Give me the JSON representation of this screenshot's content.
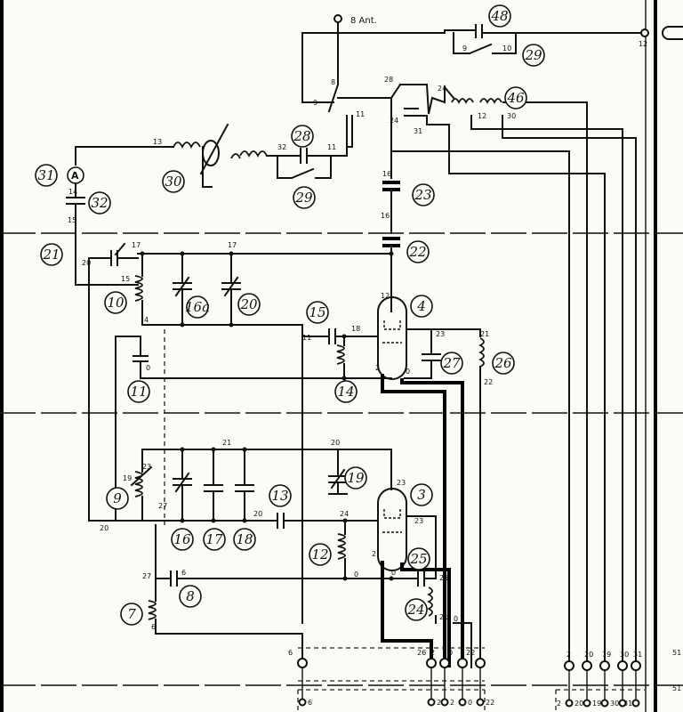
{
  "antenna_label": "8 Ant.",
  "components": {
    "c48": "48",
    "c29a": "29",
    "c46": "46",
    "c31": "31",
    "c32": "32",
    "c30": "30",
    "c28": "28",
    "c29b": "29",
    "c23": "23",
    "c21": "21",
    "c22": "22",
    "c10": "10",
    "c16a": "16a",
    "c20": "20",
    "c15": "15",
    "c4": "4",
    "c27": "27",
    "c26": "26",
    "c11": "11",
    "c14": "14",
    "c9": "9",
    "c19": "19",
    "c13": "13",
    "c3": "3",
    "c16": "16",
    "c17": "17",
    "c18": "18",
    "c12": "12",
    "c25": "25",
    "c7": "7",
    "c8": "8",
    "c24": "24"
  },
  "ammeter_symbol": "A",
  "node_labels": {
    "n9": "9",
    "n10": "10",
    "n8": "8",
    "n9b": "9",
    "n11": "11",
    "n28": "28",
    "n24": "24",
    "n31": "31",
    "n12": "12",
    "n30": "30",
    "n13": "13",
    "n32": "32",
    "n11b": "11",
    "n14": "14",
    "n15": "15",
    "n16": "16",
    "n20": "20",
    "n17": "17",
    "n17b": "17",
    "n15b": "15",
    "n4": "4",
    "n12b": "12",
    "n16b": "16",
    "n18": "18",
    "n23": "23",
    "n21": "21",
    "n0": "0",
    "n2": "2",
    "n22": "22",
    "n21b": "21",
    "n19": "19",
    "n20b": "20",
    "n27": "27",
    "n23b": "23",
    "n24b": "24",
    "n25": "25",
    "n6": "6",
    "n26": "26"
  },
  "terminals_bottom": [
    "6",
    "26",
    "2",
    "0",
    "22"
  ],
  "terminals_right": [
    "2",
    "20",
    "19",
    "30",
    "31"
  ],
  "terminals_right_edge": [
    "51",
    "51"
  ],
  "terminal_top_right": "12",
  "colors": {
    "ink": "#111111",
    "paper": "#fbfbf7"
  }
}
